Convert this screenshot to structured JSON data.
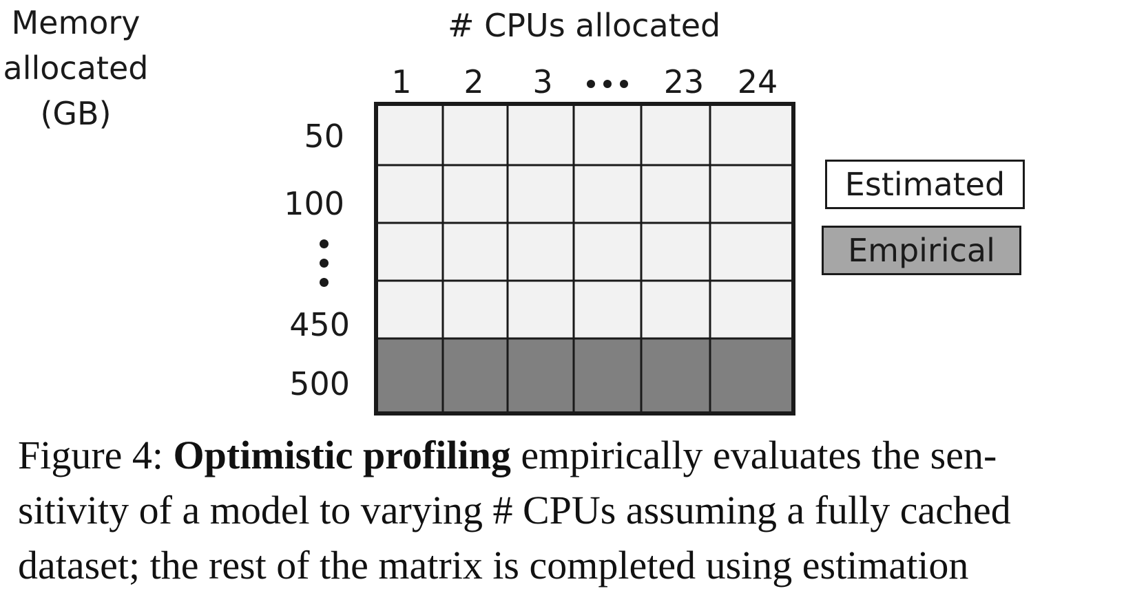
{
  "figure": {
    "top_title": "# CPUs allocated",
    "columns": [
      "1",
      "2",
      "3",
      "•••",
      "23",
      "24"
    ],
    "y_label_lines": [
      "Memory",
      "allocated",
      "(GB)"
    ],
    "rows": [
      "50",
      "100",
      "⋮",
      "450",
      "500"
    ],
    "legend": {
      "estimated": "Estimated",
      "empirical": "Empirical"
    },
    "colors": {
      "estimated_cell": "#f2f2f2",
      "empirical_cell": "#808080",
      "legend_empirical": "#a6a6a6",
      "grid_line": "#1a1a1a"
    },
    "matrix": {
      "rows": 5,
      "cols": 6,
      "empirical_rows": [
        "500"
      ]
    }
  },
  "caption": {
    "prefix": "Figure 4: ",
    "bold": "Optimistic profiling",
    "line1_rest": " empirically evaluates the sen-",
    "line2": "sitivity of a model to varying # CPUs assuming a fully cached",
    "line3": "dataset; the rest of the matrix is completed using estimation"
  }
}
